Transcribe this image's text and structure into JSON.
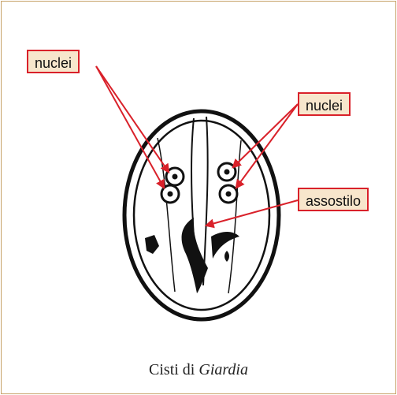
{
  "labels": {
    "nuclei_left": "nuclei",
    "nuclei_right": "nuclei",
    "axostyle": "assostilo"
  },
  "caption": {
    "prefix": "Cisti di ",
    "genus": "Giardia"
  },
  "colors": {
    "frame": "#c7a269",
    "label_fill": "#f7e6cc",
    "label_border": "#d9212a",
    "arrow": "#d9212a",
    "ink": "#111111"
  }
}
